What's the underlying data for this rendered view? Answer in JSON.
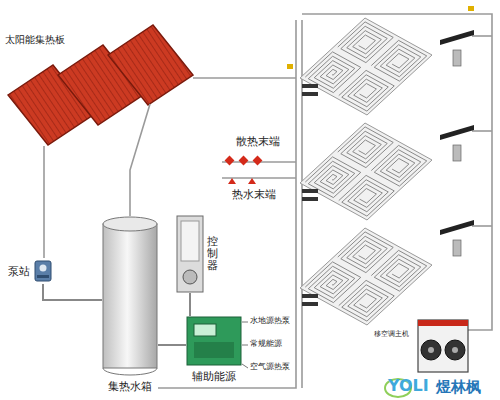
{
  "diagram": {
    "nodes": [
      {
        "text": [
          "泵站"
        ]
      },
      {
        "text": [
          "控制器"
        ]
      },
      {
        "text": [
          "集热水箱"
        ]
      },
      {
        "text": [
          "辅助能源"
        ]
      }
    ],
    "edges": [
      {
        "from": 0,
        "to": 2,
        "arrow": "none"
      },
      {
        "from": 1,
        "to": 3,
        "arrow": "none"
      },
      {
        "from": 2,
        "to": 3,
        "arrow": "none"
      }
    ],
    "labels": [
      "太阳能集热板",
      "散热末端",
      "热水末端",
      "水地源热泵",
      "常规能源",
      "空气源热泵",
      "移空调主机",
      "YOLI",
      "煜林枫"
    ]
  }
}
